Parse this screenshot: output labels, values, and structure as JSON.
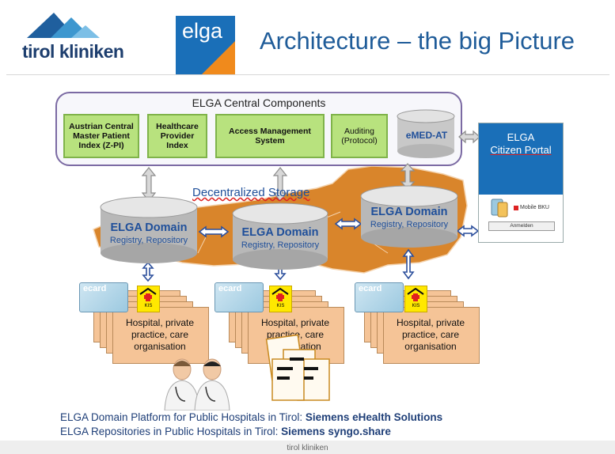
{
  "header": {
    "logo_text": "tirol kliniken",
    "elga_logo_text": "elga",
    "title": "Architecture – the big Picture"
  },
  "central": {
    "title": "ELGA Central Components",
    "components": [
      "Austrian Central Master Patient Index (Z-PI)",
      "Healthcare Provider Index",
      "Access Management System",
      "Auditing (Protocol)",
      "eMED-AT"
    ]
  },
  "storage_label": "Decentralized Storage",
  "domains": [
    {
      "title": "ELGA Domain",
      "subtitle": "Registry, Repository"
    },
    {
      "title": "ELGA Domain",
      "subtitle": "Registry, Repository"
    },
    {
      "title": "ELGA Domain",
      "subtitle": "Registry, Repository"
    }
  ],
  "portal": {
    "title_line1": "ELGA",
    "title_line2": "Citizen Portal",
    "mobile_label": "Mobile BKU",
    "login_button": "Anmelden"
  },
  "hospitals": {
    "ecard_label": "ecard",
    "kis_label": "KIS",
    "text_line1": "Hospital, private",
    "text_line2": "practice, care",
    "text_line3": "organisation"
  },
  "footer": {
    "line1_prefix": "ELGA Domain Platform for Public Hospitals in Tirol: ",
    "line1_bold": "Siemens eHealth Solutions",
    "line2_prefix": "ELGA Repositories in Public Hospitals in Tirol: ",
    "line2_bold": "Siemens syngo.share",
    "brand": "tirol kliniken"
  },
  "colors": {
    "title_blue": "#1f5c99",
    "component_green": "#b8e27e",
    "austria_map": "#d9852b",
    "elga_orange": "#f08a1c",
    "elga_blue": "#1a6fb8"
  }
}
